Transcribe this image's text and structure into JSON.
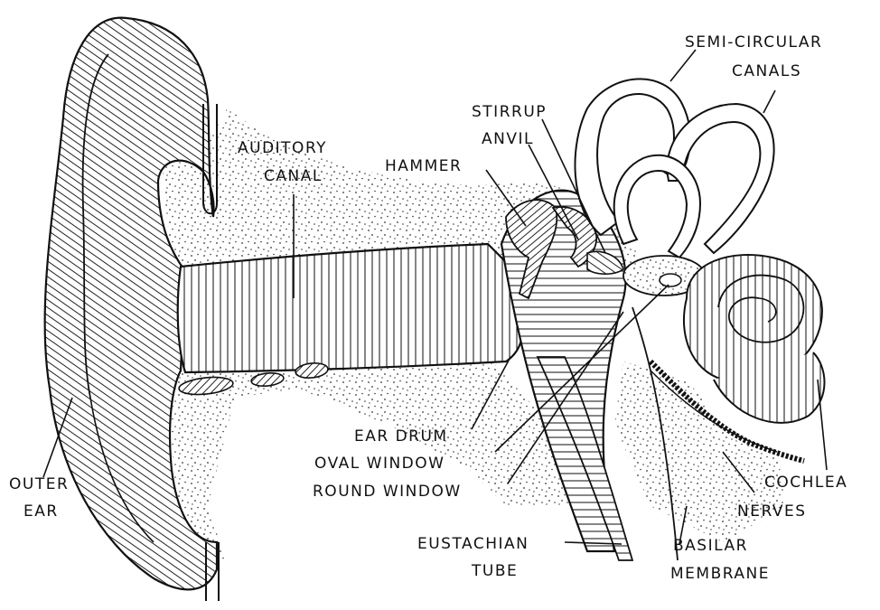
{
  "diagram": {
    "labels": {
      "semi_circular_canals_1": "SEMI-CIRCULAR",
      "semi_circular_canals_2": "CANALS",
      "stirrup": "STIRRUP",
      "anvil": "ANVIL",
      "hammer": "HAMMER",
      "auditory_canal_1": "AUDITORY",
      "auditory_canal_2": "CANAL",
      "ear_drum": "EAR DRUM",
      "oval_window": "OVAL WINDOW",
      "round_window": "ROUND WINDOW",
      "outer_ear_1": "OUTER",
      "outer_ear_2": "EAR",
      "eustachian_tube_1": "EUSTACHIAN",
      "eustachian_tube_2": "TUBE",
      "basilar_membrane_1": "BASILAR",
      "basilar_membrane_2": "MEMBRANE",
      "cochlea": "COCHLEA",
      "nerves": "NERVES"
    },
    "colors": {
      "ink": "#111111",
      "paper": "#ffffff"
    }
  }
}
